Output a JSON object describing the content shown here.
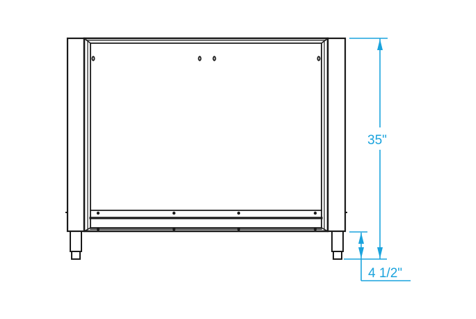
{
  "diagram": {
    "type": "technical-elevation-drawing",
    "subject": "cabinet base front elevation",
    "colors": {
      "outline": "#1a1a1a",
      "dimension": "#1aa3dd",
      "background": "#ffffff"
    },
    "dimensions": {
      "overall_height": {
        "label": "35\""
      },
      "leg_height": {
        "label": "4 1/2\""
      }
    },
    "rail_bolts_count": 4
  }
}
